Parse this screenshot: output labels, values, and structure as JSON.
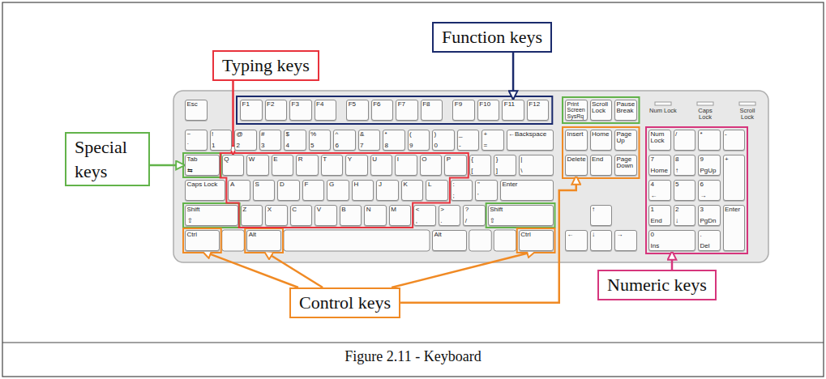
{
  "diagram": {
    "caption": "Figure 2.11 - Keyboard",
    "nodes": [
      {
        "text": [
          "Function keys"
        ]
      },
      {
        "text": [
          "Typing keys"
        ]
      },
      {
        "text": [
          "Special keys"
        ]
      },
      {
        "text": [
          "Control keys"
        ]
      },
      {
        "text": [
          "Numeric keys"
        ]
      },
      {
        "text": [
          "Esc"
        ]
      },
      {
        "text": [
          "F1"
        ]
      },
      {
        "text": [
          "F2"
        ]
      },
      {
        "text": [
          "F3"
        ]
      },
      {
        "text": [
          "F4"
        ]
      },
      {
        "text": [
          "F5"
        ]
      },
      {
        "text": [
          "F6"
        ]
      },
      {
        "text": [
          "F7"
        ]
      },
      {
        "text": [
          "F8"
        ]
      },
      {
        "text": [
          "F9"
        ]
      },
      {
        "text": [
          "F10"
        ]
      },
      {
        "text": [
          "F11"
        ]
      },
      {
        "text": [
          "F12"
        ]
      },
      {
        "text": [
          "Print Screen SysRq"
        ]
      },
      {
        "text": [
          "Scroll Lock"
        ]
      },
      {
        "text": [
          "Pause Break"
        ]
      },
      {
        "text": [
          "~",
          "`"
        ]
      },
      {
        "text": [
          "!",
          "1"
        ]
      },
      {
        "text": [
          "@",
          "2"
        ]
      },
      {
        "text": [
          "#",
          "3"
        ]
      },
      {
        "text": [
          "$",
          "4"
        ]
      },
      {
        "text": [
          "%",
          "5"
        ]
      },
      {
        "text": [
          "^",
          "6"
        ]
      },
      {
        "text": [
          "&",
          "7"
        ]
      },
      {
        "text": [
          "*",
          "8"
        ]
      },
      {
        "text": [
          "(",
          "9"
        ]
      },
      {
        "text": [
          ")",
          "0"
        ]
      },
      {
        "text": [
          "_",
          "-"
        ]
      },
      {
        "text": [
          "+",
          "="
        ]
      },
      {
        "text": [
          "←Backspace"
        ]
      },
      {
        "text": [
          "Insert"
        ]
      },
      {
        "text": [
          "Home"
        ]
      },
      {
        "text": [
          "Page Up"
        ]
      },
      {
        "text": [
          "Num Lock"
        ]
      },
      {
        "text": [
          "/"
        ]
      },
      {
        "text": [
          "*"
        ]
      },
      {
        "text": [
          "-"
        ]
      },
      {
        "text": [
          "Tab",
          "⇆"
        ]
      },
      {
        "text": [
          "Q"
        ]
      },
      {
        "text": [
          "W"
        ]
      },
      {
        "text": [
          "E"
        ]
      },
      {
        "text": [
          "R"
        ]
      },
      {
        "text": [
          "T"
        ]
      },
      {
        "text": [
          "Y"
        ]
      },
      {
        "text": [
          "U"
        ]
      },
      {
        "text": [
          "I"
        ]
      },
      {
        "text": [
          "O"
        ]
      },
      {
        "text": [
          "P"
        ]
      },
      {
        "text": [
          "{",
          "["
        ]
      },
      {
        "text": [
          "}",
          "]"
        ]
      },
      {
        "text": [
          "|",
          "\\"
        ]
      },
      {
        "text": [
          "Delete"
        ]
      },
      {
        "text": [
          "End"
        ]
      },
      {
        "text": [
          "Page Down"
        ]
      },
      {
        "text": [
          "7",
          "Home"
        ]
      },
      {
        "text": [
          "8",
          "↑"
        ]
      },
      {
        "text": [
          "9",
          "PgUp"
        ]
      },
      {
        "text": [
          "+"
        ]
      },
      {
        "text": [
          "Caps Lock"
        ]
      },
      {
        "text": [
          "A"
        ]
      },
      {
        "text": [
          "S"
        ]
      },
      {
        "text": [
          "D"
        ]
      },
      {
        "text": [
          "F"
        ]
      },
      {
        "text": [
          "G"
        ]
      },
      {
        "text": [
          "H"
        ]
      },
      {
        "text": [
          "J"
        ]
      },
      {
        "text": [
          "K"
        ]
      },
      {
        "text": [
          "L"
        ]
      },
      {
        "text": [
          ":",
          ";"
        ]
      },
      {
        "text": [
          "\"",
          "'"
        ]
      },
      {
        "text": [
          "Enter"
        ]
      },
      {
        "text": [
          "4",
          "←"
        ]
      },
      {
        "text": [
          "5"
        ]
      },
      {
        "text": [
          "6",
          "→"
        ]
      },
      {
        "text": [
          "Shift",
          "⇧"
        ]
      },
      {
        "text": [
          "Z"
        ]
      },
      {
        "text": [
          "X"
        ]
      },
      {
        "text": [
          "C"
        ]
      },
      {
        "text": [
          "V"
        ]
      },
      {
        "text": [
          "B"
        ]
      },
      {
        "text": [
          "N"
        ]
      },
      {
        "text": [
          "M"
        ]
      },
      {
        "text": [
          "<",
          ","
        ]
      },
      {
        "text": [
          ">",
          "."
        ]
      },
      {
        "text": [
          "?",
          "/"
        ]
      },
      {
        "text": [
          "Shift",
          "⇧"
        ]
      },
      {
        "text": [
          "↑"
        ]
      },
      {
        "text": [
          "1",
          "End"
        ]
      },
      {
        "text": [
          "2",
          "↓"
        ]
      },
      {
        "text": [
          "3",
          "PgDn"
        ]
      },
      {
        "text": [
          "Enter"
        ]
      },
      {
        "text": [
          "Ctrl"
        ]
      },
      {
        "text": [
          "Alt"
        ]
      },
      {
        "text": [
          "Alt"
        ]
      },
      {
        "text": [
          "Ctrl"
        ]
      },
      {
        "text": [
          "←"
        ]
      },
      {
        "text": [
          "↓"
        ]
      },
      {
        "text": [
          "→"
        ]
      },
      {
        "text": [
          "0",
          "Ins"
        ]
      },
      {
        "text": [
          ".",
          "Del"
        ]
      }
    ],
    "edges": [
      {
        "from": 1,
        "to": 43,
        "arrow": "to"
      },
      {
        "from": 0,
        "to": 16,
        "arrow": "to"
      },
      {
        "from": 2,
        "to": 42,
        "arrow": "to"
      },
      {
        "from": 3,
        "to": 96,
        "arrow": "to"
      },
      {
        "from": 3,
        "to": 97,
        "arrow": "to"
      },
      {
        "from": 3,
        "to": 56,
        "arrow": "to"
      },
      {
        "from": 3,
        "to": 99,
        "arrow": "to"
      },
      {
        "from": 4,
        "to": 103,
        "arrow": "to"
      }
    ],
    "labels": [
      "Num Lock",
      "Caps Lock",
      "Scroll Lock"
    ]
  }
}
